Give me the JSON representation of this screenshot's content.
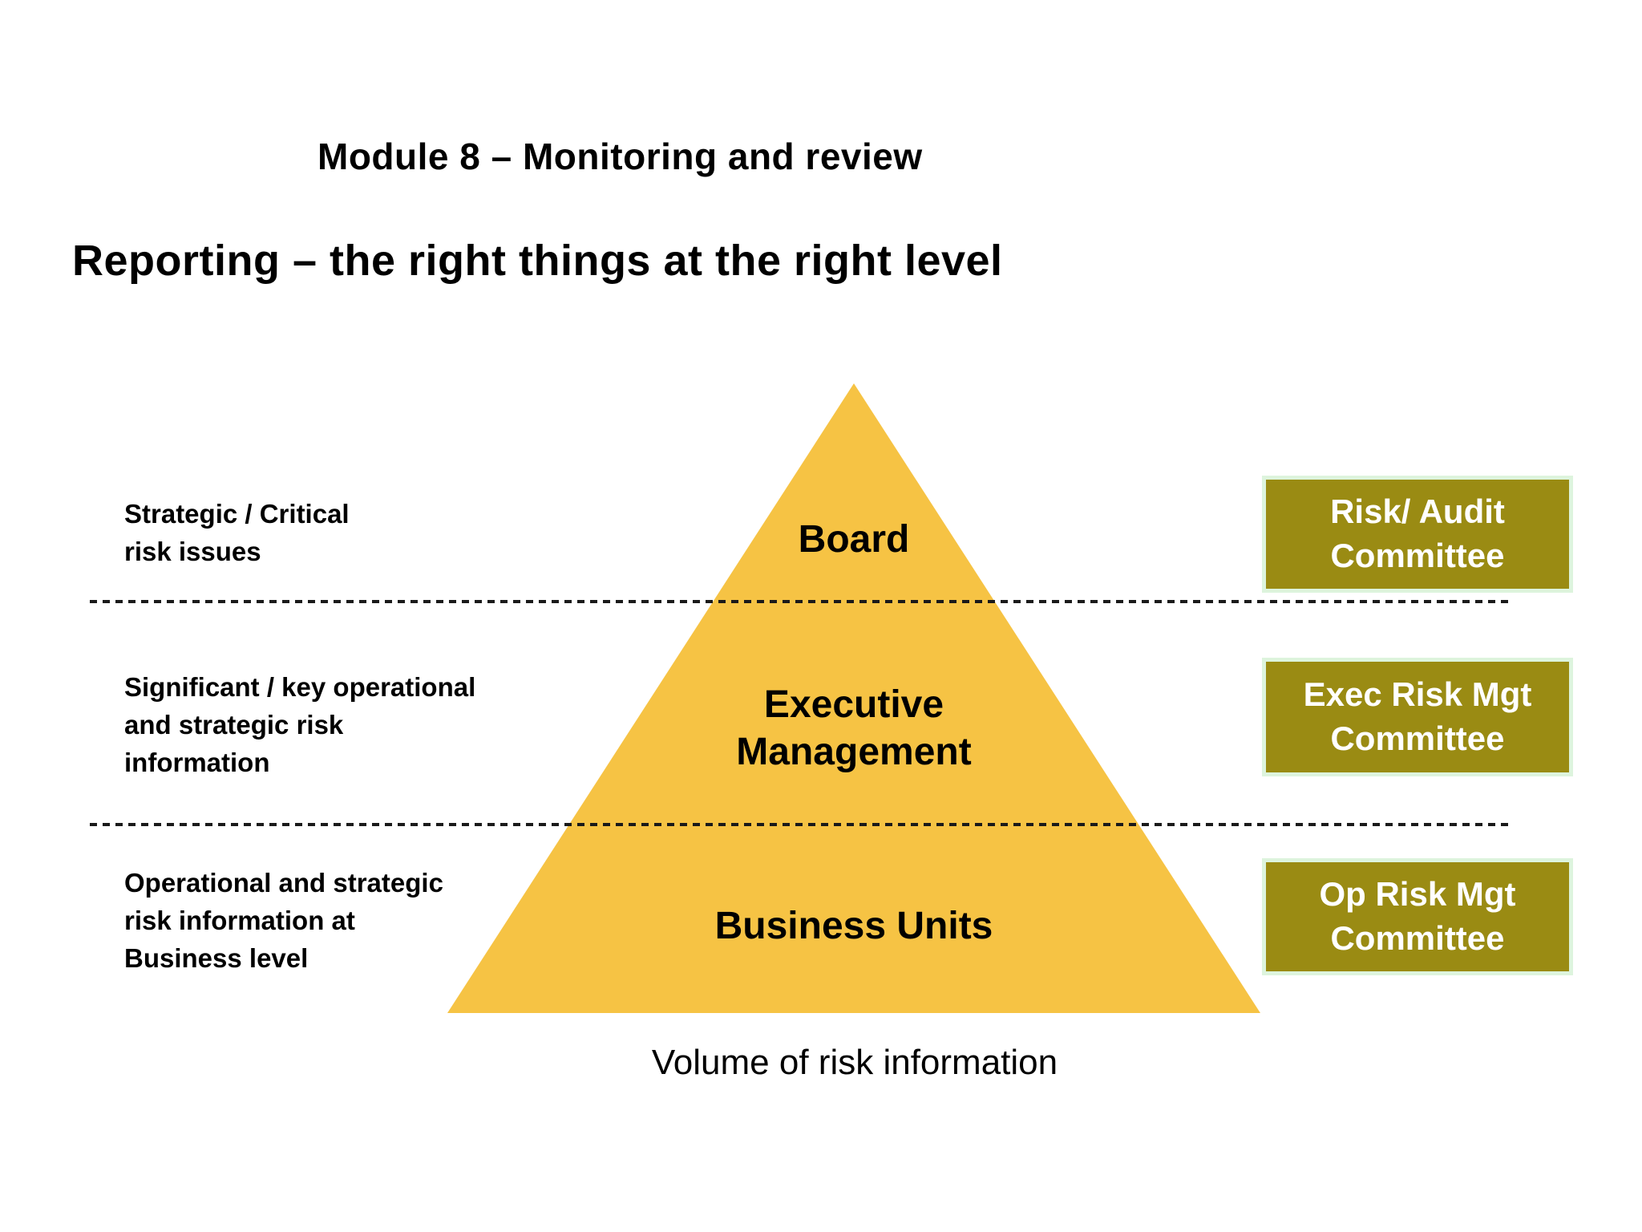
{
  "slide": {
    "module_title": "Module 8 – Monitoring and review",
    "heading": "Reporting – the right things at the right level",
    "axis_label": "Volume of risk information"
  },
  "colors": {
    "pyramid": "#F6C344",
    "committee_bg": "#9A8B13",
    "committee_border": "#DDF4DD",
    "committee_text": "#FFFFFF",
    "text": "#000000"
  },
  "pyramid": {
    "type": "pyramid-diagram",
    "levels": [
      {
        "name": "Board",
        "label": "Board",
        "description": "Strategic / Critical\nrisk issues",
        "committee": "Risk/ Audit\nCommittee"
      },
      {
        "name": "Executive Management",
        "label": "Executive\nManagement",
        "description": "Significant / key operational\nand strategic risk\ninformation",
        "committee": "Exec Risk Mgt\nCommittee"
      },
      {
        "name": "Business Units",
        "label": "Business Units",
        "description": "Operational and strategic\nrisk information at\nBusiness level",
        "committee": "Op Risk Mgt\nCommittee"
      }
    ]
  }
}
